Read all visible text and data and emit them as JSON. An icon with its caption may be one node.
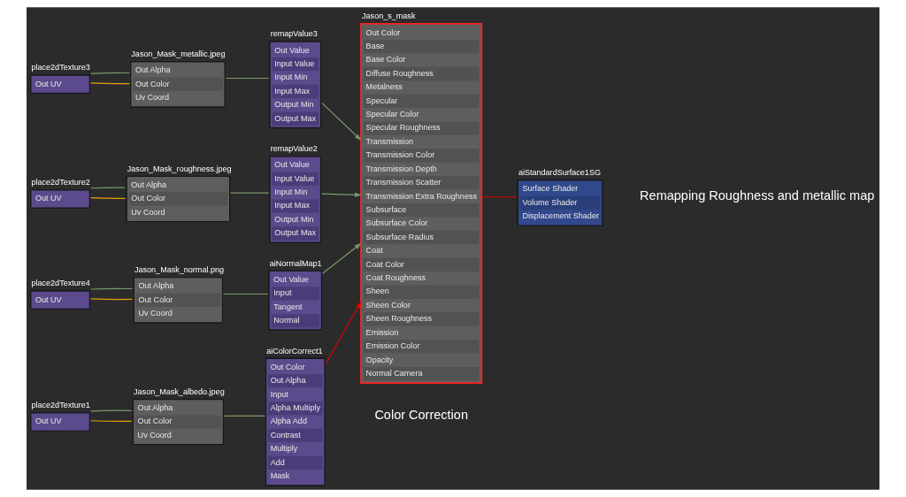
{
  "diagram": {
    "nodes": [
      {
        "text": [
          "place2dTexture3",
          "Out UV"
        ]
      },
      {
        "text": [
          "Jason_Mask_metallic.jpeg",
          "Out Alpha",
          "Out Color",
          "Uv Coord"
        ]
      },
      {
        "text": [
          "remapValue3",
          "Out Value",
          "Input Value",
          "Input Min",
          "Input Max",
          "Output Min",
          "Output Max"
        ]
      },
      {
        "text": [
          "Jason_s_mask",
          "Out Color",
          "Base",
          "Base Color",
          "Diffuse Roughness",
          "Metalness",
          "Specular",
          "Specular Color",
          "Specular Roughness",
          "Transmission",
          "Transmission Color",
          "Transmission Depth",
          "Transmission Scatter",
          "Transmission Extra Roughness",
          "Subsurface",
          "Subsurface Color",
          "Subsurface Radius",
          "Coat",
          "Coat Color",
          "Coat Roughness",
          "Sheen",
          "Sheen Color",
          "Sheen Roughness",
          "Emission",
          "Emission Color",
          "Opacity",
          "Normal Camera"
        ]
      },
      {
        "text": [
          "aiStandardSurface1SG",
          "Surface Shader",
          "Volume Shader",
          "Displacement Shader"
        ]
      },
      {
        "text": [
          "place2dTexture2",
          "Out UV"
        ]
      },
      {
        "text": [
          "Jason_Mask_roughness.jpeg",
          "Out Alpha",
          "Out Color",
          "Uv Coord"
        ]
      },
      {
        "text": [
          "remapValue2",
          "Out Value",
          "Input Value",
          "Input Min",
          "Input Max",
          "Output Min",
          "Output Max"
        ]
      },
      {
        "text": [
          "place2dTexture4",
          "Out UV"
        ]
      },
      {
        "text": [
          "Jason_Mask_normal.png",
          "Out Alpha",
          "Out Color",
          "Uv Coord"
        ]
      },
      {
        "text": [
          "aiNormalMap1",
          "Out Value",
          "Input",
          "Tangent",
          "Normal"
        ]
      },
      {
        "text": [
          "place2dTexture1",
          "Out UV"
        ]
      },
      {
        "text": [
          "Jason_Mask_albedo.jpeg",
          "Out Alpha",
          "Out Color",
          "Uv Coord"
        ]
      },
      {
        "text": [
          "aiColorCorrect1",
          "Out Color",
          "Out Alpha",
          "Input",
          "Alpha Multiply",
          "Alpha Add",
          "Contrast",
          "Multiply",
          "Add",
          "Mask"
        ]
      }
    ],
    "edges": [
      {
        "from": 0,
        "to": 1,
        "arrow": "none",
        "color": "#e8a000"
      },
      {
        "from": 0,
        "to": 1,
        "arrow": "none"
      },
      {
        "from": 1,
        "to": 2,
        "arrow": "none"
      },
      {
        "from": 2,
        "to": 3,
        "arrow": "to"
      },
      {
        "from": 3,
        "to": 4,
        "arrow": "none",
        "color": "#e00000"
      },
      {
        "from": 5,
        "to": 6,
        "arrow": "none",
        "color": "#e8a000"
      },
      {
        "from": 5,
        "to": 6,
        "arrow": "none"
      },
      {
        "from": 6,
        "to": 7,
        "arrow": "none"
      },
      {
        "from": 7,
        "to": 3,
        "arrow": "to"
      },
      {
        "from": 8,
        "to": 9,
        "arrow": "none",
        "color": "#e8a000"
      },
      {
        "from": 8,
        "to": 9,
        "arrow": "none"
      },
      {
        "from": 9,
        "to": 10,
        "arrow": "none"
      },
      {
        "from": 10,
        "to": 3,
        "arrow": "to"
      },
      {
        "from": 11,
        "to": 12,
        "arrow": "none",
        "color": "#e8a000"
      },
      {
        "from": 11,
        "to": 12,
        "arrow": "none"
      },
      {
        "from": 12,
        "to": 13,
        "arrow": "none"
      },
      {
        "from": 13,
        "to": 3,
        "arrow": "to",
        "color": "#e00000"
      }
    ],
    "labels": [
      "Remapping Roughness and metallic map",
      "Color Correction"
    ]
  }
}
